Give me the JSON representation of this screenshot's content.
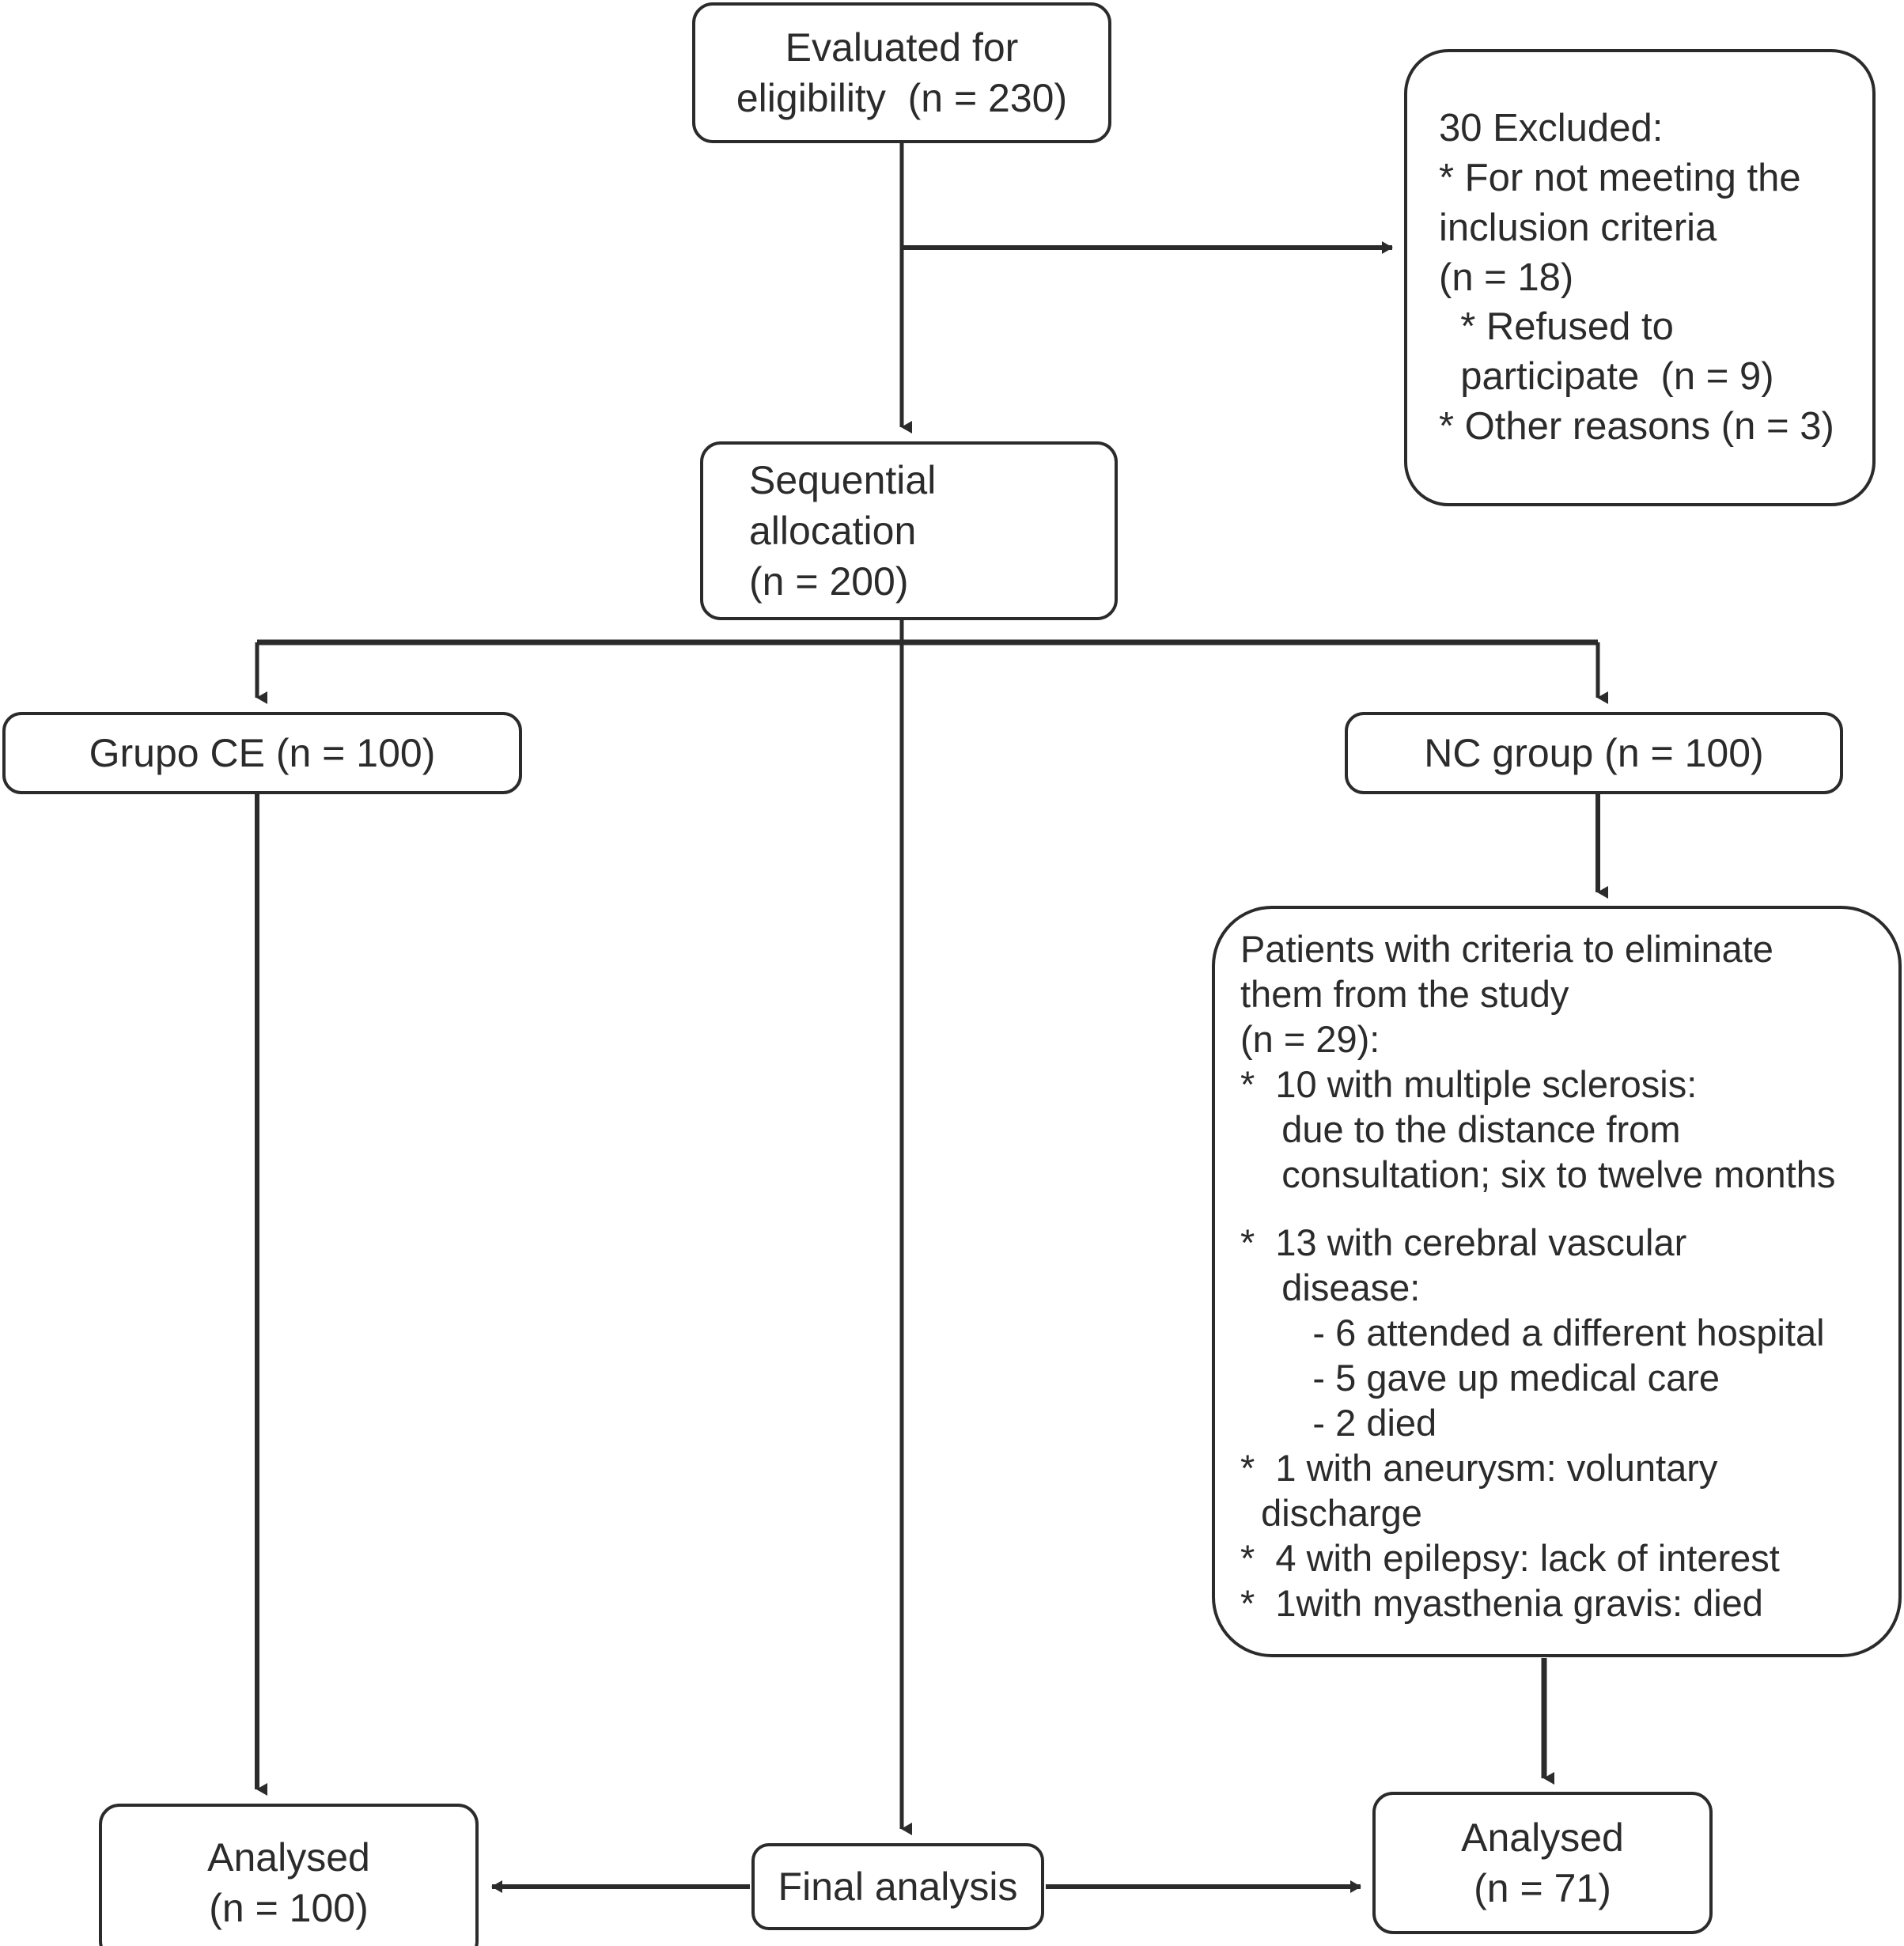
{
  "diagram": {
    "type": "consort-flow-diagram",
    "stroke_color": "#2b2b2b",
    "background_color": "#ffffff",
    "nodes": {
      "eligibility": {
        "lines": [
          "Evaluated for",
          "eligibility  (n = 230)"
        ]
      },
      "excluded": {
        "lines": [
          "30 Excluded:",
          "* For not meeting the",
          "inclusion criteria",
          "(n = 18)",
          "  * Refused to",
          "  participate  (n = 9)",
          "* Other reasons (n = 3)"
        ]
      },
      "allocation": {
        "lines": [
          "Sequential",
          "allocation",
          "(n = 200)"
        ]
      },
      "group_ce": {
        "lines": [
          "Grupo CE (n = 100)"
        ]
      },
      "group_nc": {
        "lines": [
          "NC group (n = 100)"
        ]
      },
      "criteria": {
        "lines": [
          "Patients with criteria to eliminate",
          "them from the study",
          "(n = 29):",
          "*  10 with multiple sclerosis:",
          "    due to the distance from",
          "    consultation; six to twelve months",
          "",
          "*  13 with cerebral vascular",
          "    disease:",
          "       - 6 attended a different hospital",
          "       - 5 gave up medical care",
          "       - 2 died",
          "*  1 with aneurysm: voluntary",
          "  discharge",
          "*  4 with epilepsy: lack of interest",
          "*  1with myasthenia gravis: died"
        ]
      },
      "analysed_ce": {
        "lines": [
          "Analysed",
          "(n = 100)"
        ]
      },
      "final_analysis": {
        "lines": [
          "Final analysis"
        ]
      },
      "analysed_nc": {
        "lines": [
          "Analysed",
          "(n = 71)"
        ]
      }
    },
    "edges": [
      {
        "name": "eligibility-to-excluded",
        "from": "eligibility",
        "to": "excluded",
        "arrow": "right"
      },
      {
        "name": "eligibility-to-allocation",
        "from": "eligibility",
        "to": "allocation",
        "arrow": "down"
      },
      {
        "name": "allocation-to-group-ce",
        "from": "allocation",
        "to": "group_ce",
        "arrow": "down"
      },
      {
        "name": "allocation-to-group-nc",
        "from": "allocation",
        "to": "group_nc",
        "arrow": "down"
      },
      {
        "name": "allocation-to-final-analysis",
        "from": "allocation",
        "to": "final_analysis",
        "arrow": "down"
      },
      {
        "name": "group-ce-to-analysed-ce",
        "from": "group_ce",
        "to": "analysed_ce",
        "arrow": "down"
      },
      {
        "name": "group-nc-to-criteria",
        "from": "group_nc",
        "to": "criteria",
        "arrow": "down"
      },
      {
        "name": "criteria-to-analysed-nc",
        "from": "criteria",
        "to": "analysed_nc",
        "arrow": "down"
      },
      {
        "name": "final-analysis-to-analysed-ce",
        "from": "final_analysis",
        "to": "analysed_ce",
        "arrow": "left"
      },
      {
        "name": "final-analysis-to-analysed-nc",
        "from": "final_analysis",
        "to": "analysed_nc",
        "arrow": "right"
      }
    ]
  }
}
